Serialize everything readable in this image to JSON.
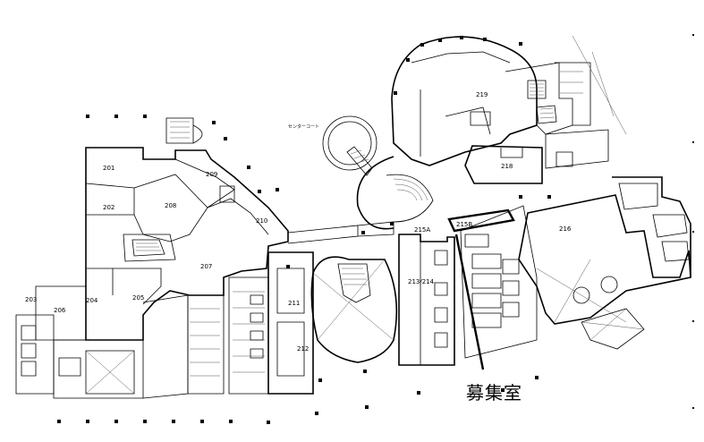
{
  "floorplan": {
    "rooms": [
      "201",
      "202",
      "203",
      "204",
      "205",
      "206",
      "207",
      "208",
      "209",
      "210",
      "211",
      "212",
      "213/214",
      "215A",
      "215B",
      "216",
      "218",
      "219"
    ],
    "annotation": "募集室",
    "small_labels": [
      "センターコート"
    ]
  }
}
